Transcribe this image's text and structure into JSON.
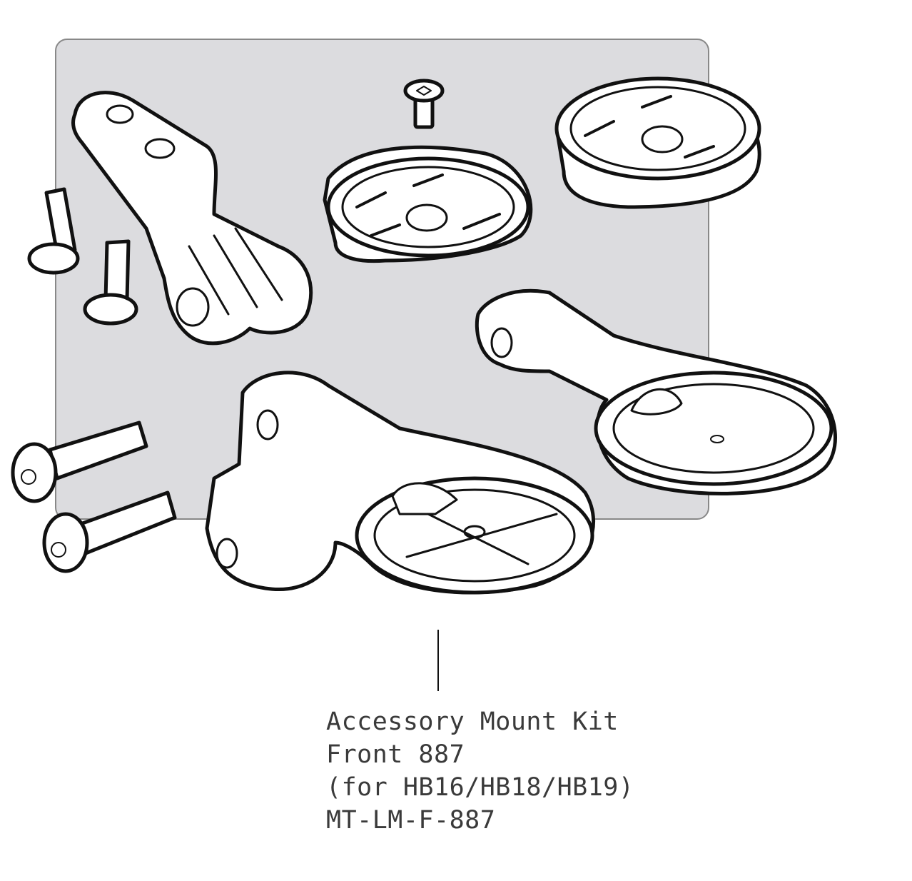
{
  "caption": {
    "lines": [
      "Accessory Mount Kit",
      "Front 887",
      "(for HB16/HB18/HB19)",
      "MT-LM-F-887"
    ]
  },
  "colors": {
    "background_panel": "#dcdcdf",
    "outline": "#111111",
    "part_fill": "#ffffff",
    "text": "#3a3a3a"
  }
}
